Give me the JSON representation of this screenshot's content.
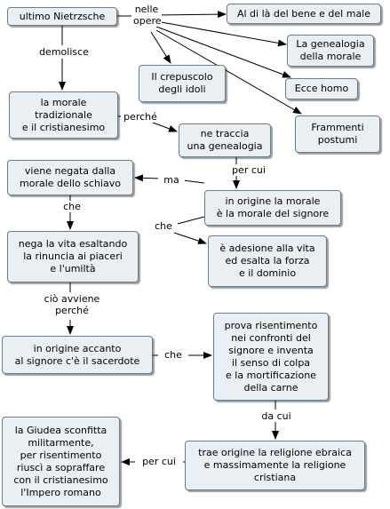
{
  "nodes": {
    "ultimo": "ultimo Nietrzsche",
    "aldila": "Al di là del bene e del male",
    "genealogia": "La genealogia\ndella morale",
    "crepuscolo": "Il crepuscolo\ndegli idoli",
    "ecce": "Ecce homo",
    "frammenti": "Frammenti\npostumi",
    "morale_trad": "la morale\ntradizionale\ne il cristianesimo",
    "traccia": "ne traccia\nuna genealogia",
    "negata": "viene negata dalla\nmorale dello schiavo",
    "origine_signore": "in origine la morale\nè la morale del signore",
    "nega_vita": "nega la vita esaltando\nla rinuncia ai piaceri\ne l'umiltà",
    "adesione": "è adesione alla vita\ned esalta la forza\ne il dominio",
    "accanto": "in origine accanto\nal signore c'è il sacerdote",
    "risentimento": "prova risentimento\nnei confronti del\nsignore e inventa\nil senso di colpa\ne la mortificazione\ndella carne",
    "religione": "trae origine la religione ebraica\ne massimamente la religione\ncristiana",
    "giudea": "la Giudea sconfitta\nmilitarmente,\nper risentimento\nriuscì a sopraffare\ncon il cristianesimo\nl'Impero romano"
  },
  "labels": {
    "nelle_opere": "nelle\nopere",
    "demolisce": "demolisce",
    "perche": "perché",
    "per_cui_1": "per cui",
    "ma": "ma",
    "che_1": "che",
    "che_2": "che",
    "ciò_avviene": "ciò avviene\nperché",
    "che_3": "che",
    "da_cui": "da cui",
    "per_cui_2": "per cui"
  }
}
